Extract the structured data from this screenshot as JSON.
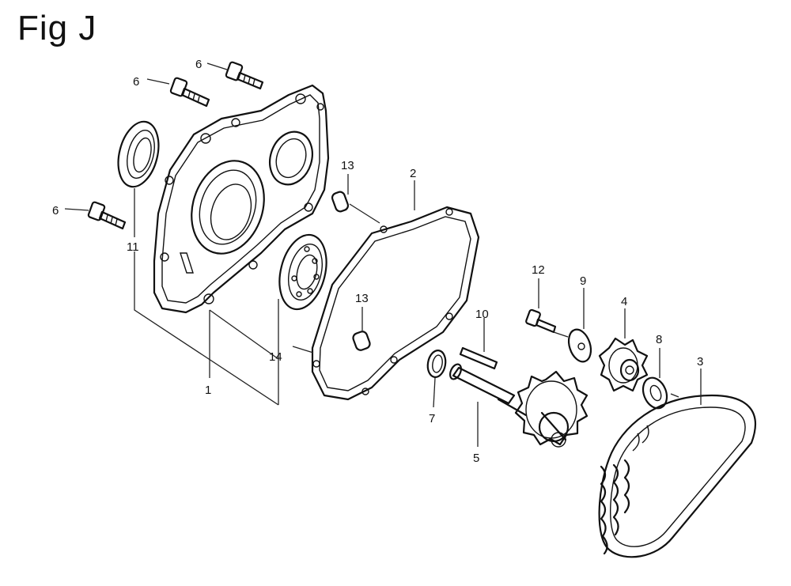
{
  "figure": {
    "title": "Fig J"
  },
  "parts": {
    "p1": "1",
    "p2": "2",
    "p3": "3",
    "p4": "4",
    "p5": "5",
    "p6a": "6",
    "p6b": "6",
    "p6c": "6",
    "p7": "7",
    "p8": "8",
    "p9": "9",
    "p10": "10",
    "p11": "11",
    "p12": "12",
    "p13a": "13",
    "p13b": "13",
    "p14": "14"
  }
}
